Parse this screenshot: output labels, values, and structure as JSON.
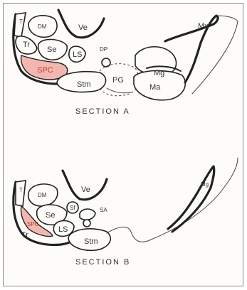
{
  "section_a": {
    "caption": "SECTION A",
    "labels": {
      "t": "T",
      "dm": "DM",
      "ve": "Ve",
      "tr": "Tr",
      "se": "Se",
      "ls": "LS",
      "spc": "SPC",
      "dp": "DP",
      "stm": "Stm",
      "pg": "PG",
      "mg": "Mg",
      "ma": "Ma",
      "mx": "Mx"
    }
  },
  "section_b": {
    "caption": "SECTION B",
    "labels": {
      "t": "T",
      "dm": "DM",
      "ve": "Ve",
      "tr": "Tr",
      "se": "Se",
      "sf": "Sf",
      "sa": "SA",
      "ls": "LS",
      "spc": "SPC",
      "stm": "Stm",
      "mg": "Mg"
    }
  },
  "colors": {
    "highlight": "#f2b8b0",
    "outline": "#222222"
  }
}
